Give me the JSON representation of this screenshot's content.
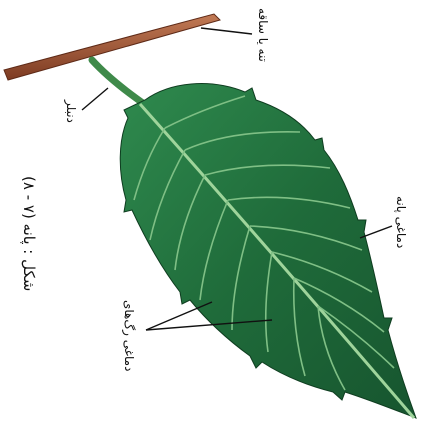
{
  "figure": {
    "caption": "شکل : پانه (۷ - ۸)",
    "labels": {
      "stem": "تنه یا ساقه",
      "petiole": "دنبلر",
      "margin": "دماغی پانه",
      "veins": "دماغی رگ‌های"
    },
    "colors": {
      "leaf_dark": "#1f6b3a",
      "leaf_light": "#3a9a5a",
      "stem": "#a6573a",
      "vein": "#8fc98e",
      "line": "#111111"
    }
  }
}
